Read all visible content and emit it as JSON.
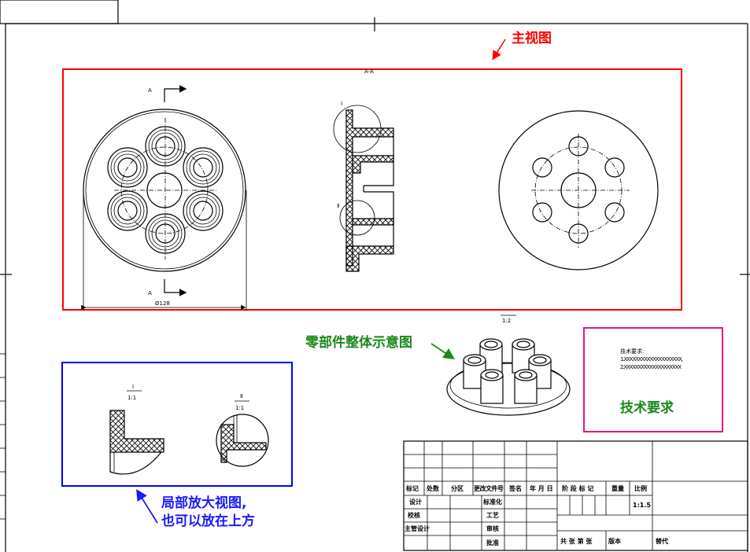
{
  "annotations": {
    "main_view": "主视图",
    "assembly_view": "零部件整体示意图",
    "detail_view_line1": "局部放大视图,",
    "detail_view_line2": "也可以放在上方",
    "tech_req_label": "技术要求"
  },
  "colors": {
    "main_view_box": "#ff0000",
    "detail_box": "#0000ff",
    "tech_box": "#ee1188",
    "green_text": "#1a8a1a",
    "blue_text": "#1a1aff"
  },
  "drawing": {
    "section_label": "A-A",
    "section_mark_top": "A",
    "section_mark_bottom": "A",
    "detail_mark_1": "Ⅰ",
    "detail_mark_2": "Ⅱ",
    "diameter_dim": "Ø128",
    "iso_scale": "1:2",
    "detail1_name": "Ⅰ",
    "detail1_scale": "1:1",
    "detail2_name": "Ⅱ",
    "detail2_scale": "1:1"
  },
  "tech_requirements": {
    "title": "技术要求:",
    "items": [
      "1.XXXXXXXXXXXXXXXXXXXX,",
      "2.XXXXXXXXXXXXXXXXXXXX"
    ]
  },
  "title_block": {
    "header": [
      "标记",
      "处数",
      "分区",
      "更改文件号",
      "签名",
      "年 月 日"
    ],
    "rows": [
      {
        "left": "设计",
        "mid": "标准化"
      },
      {
        "left": "校核",
        "mid": "工艺"
      },
      {
        "left": "主管设计",
        "mid": "审核"
      },
      {
        "left": "",
        "mid": "批准"
      }
    ],
    "stage_mark": "阶 段 标 记",
    "weight": "重量",
    "scale": "比例",
    "scale_value": "1:1.5",
    "sheets": "共  张  第  张",
    "version": "版本",
    "replaces": "替代"
  }
}
